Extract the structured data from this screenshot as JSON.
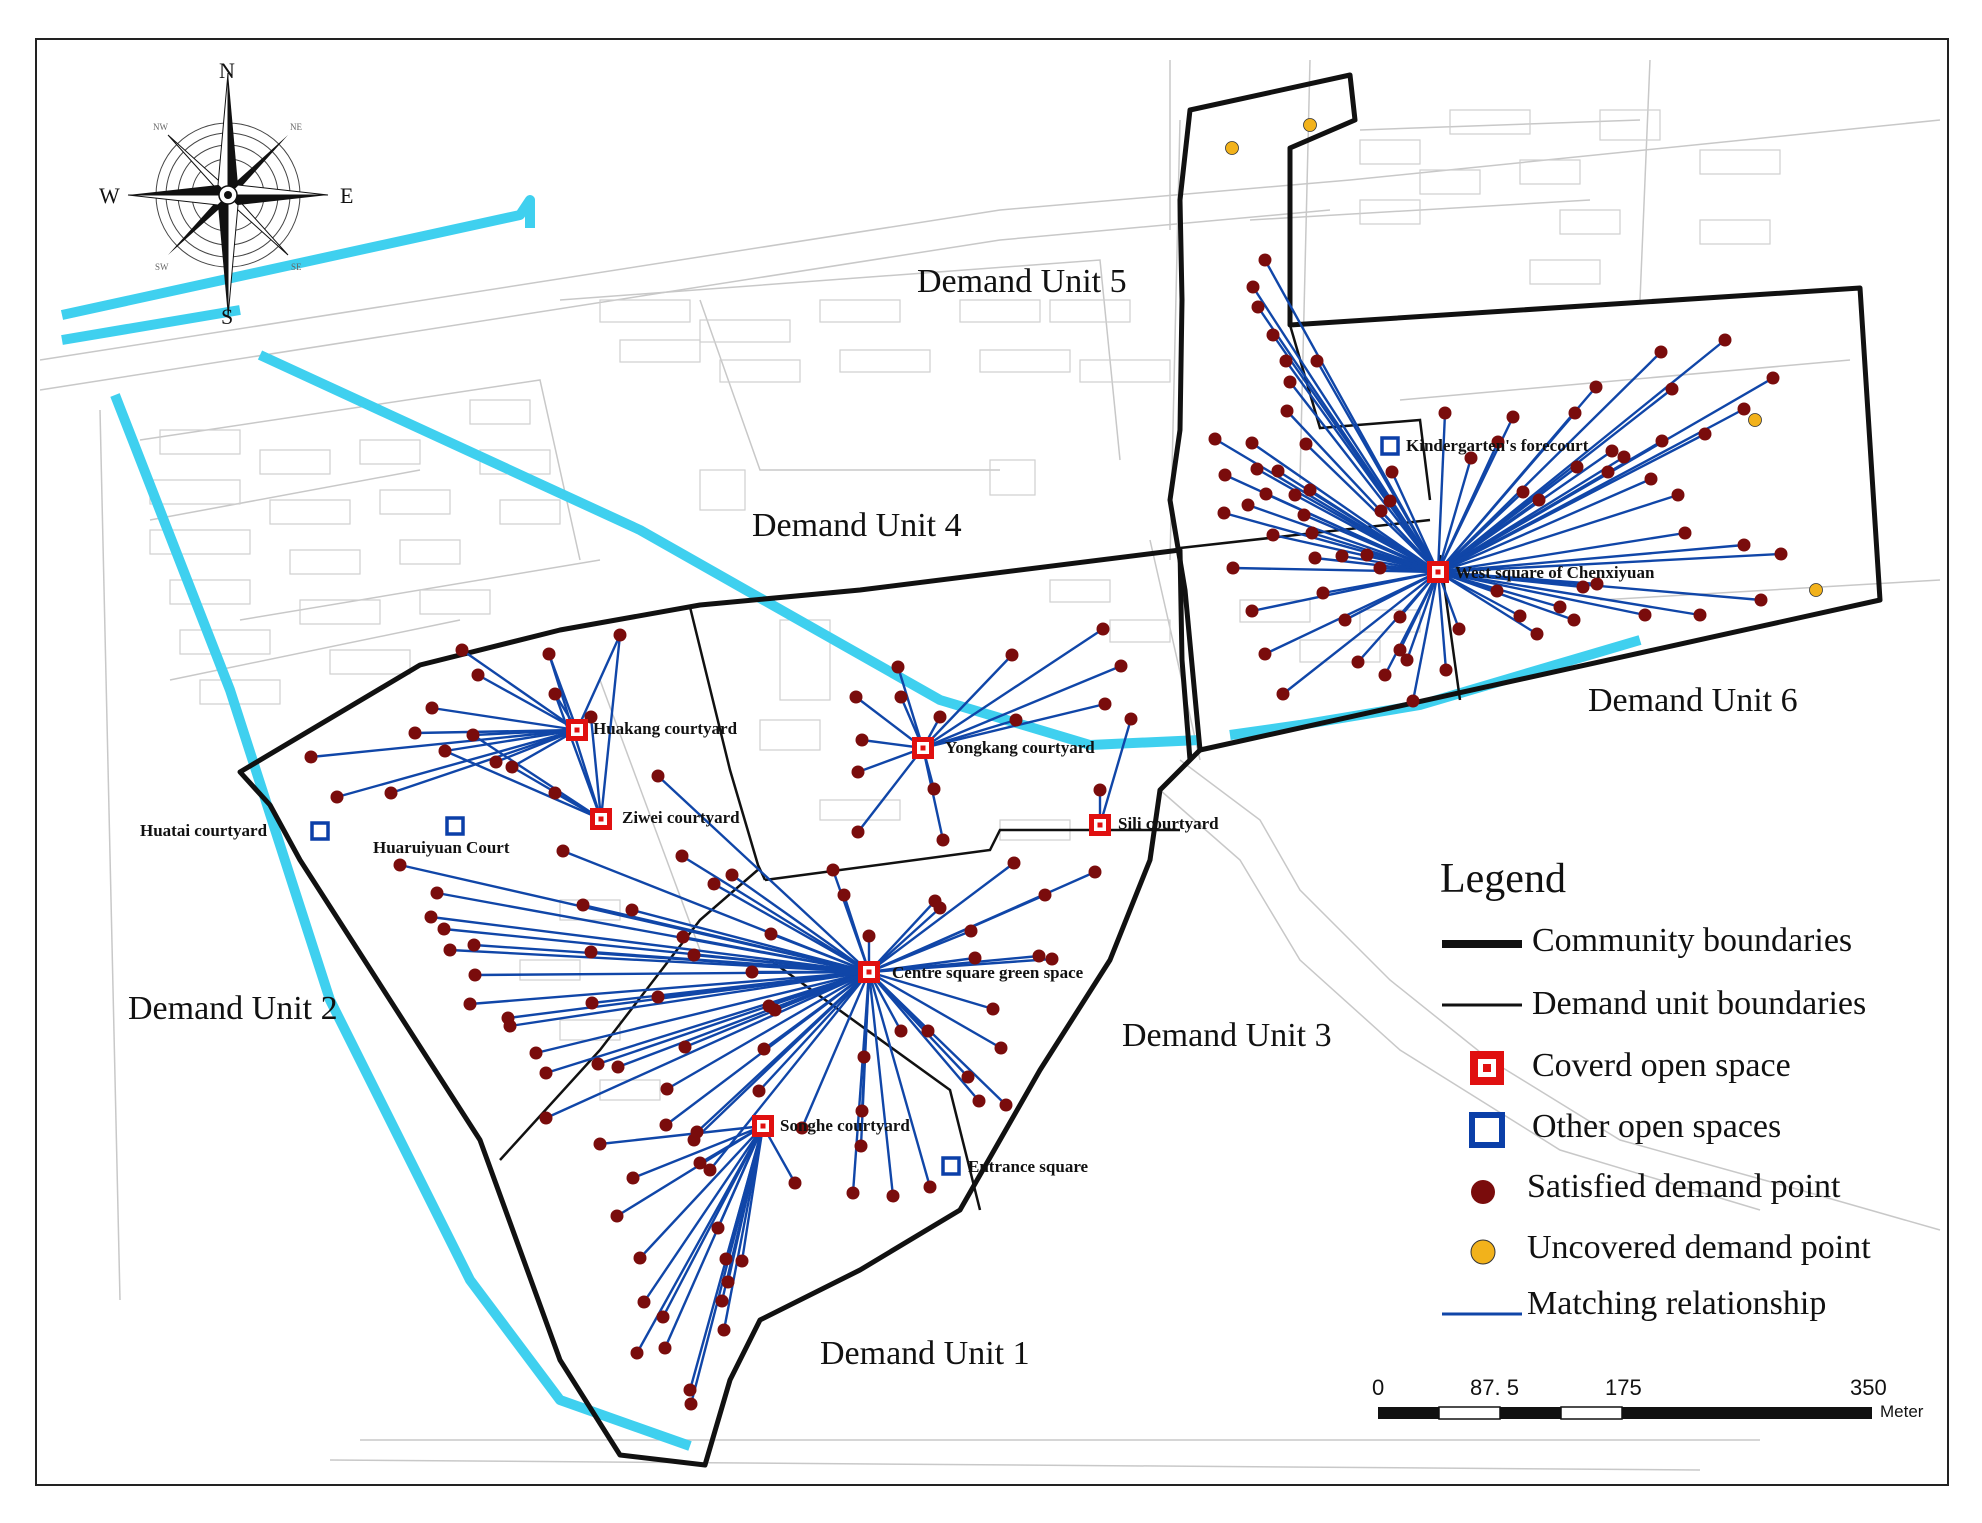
{
  "map": {
    "units": [
      {
        "label": "Demand Unit 1"
      },
      {
        "label": "Demand Unit 2"
      },
      {
        "label": "Demand Unit 3"
      },
      {
        "label": "Demand Unit 4"
      },
      {
        "label": "Demand Unit 5"
      },
      {
        "label": "Demand Unit 6"
      }
    ],
    "covered_spaces": [
      {
        "label": "Huakang courtyard"
      },
      {
        "label": "Ziwei courtyard"
      },
      {
        "label": "Yongkang courtyard"
      },
      {
        "label": "Sili courtyard"
      },
      {
        "label": "Centre square green space"
      },
      {
        "label": "Songhe courtyard"
      },
      {
        "label": "West square of Chenxiyuan"
      }
    ],
    "other_spaces": [
      {
        "label": "Huatai courtyard"
      },
      {
        "label": "Huaruiyuan Court"
      },
      {
        "label": "Kindergarten's forecourt"
      },
      {
        "label": "Entrance square"
      }
    ]
  },
  "compass": {
    "n": "N",
    "s": "S",
    "e": "E",
    "w": "W",
    "nw": "NW",
    "ne": "NE",
    "sw": "SW",
    "se": "SE"
  },
  "legend": {
    "title": "Legend",
    "items": [
      {
        "label": "Community boundaries"
      },
      {
        "label": "Demand unit boundaries"
      },
      {
        "label": "Coverd open space"
      },
      {
        "label": "Other open spaces"
      },
      {
        "label": "Satisfied demand point"
      },
      {
        "label": "Uncovered demand point"
      },
      {
        "label": "Matching relationship"
      }
    ]
  },
  "scale_bar": {
    "ticks": [
      "0",
      "87. 5",
      "175",
      "350"
    ],
    "unit": "Meter"
  },
  "colors": {
    "water": "#3fd0ef",
    "matching_line": "#1046a8",
    "satisfied_point": "#7a0c0c",
    "uncovered_point": "#f2b21b",
    "covered_space": "#e01010",
    "other_space": "#0b3fa8",
    "background_lines": "#c4c4c4"
  }
}
